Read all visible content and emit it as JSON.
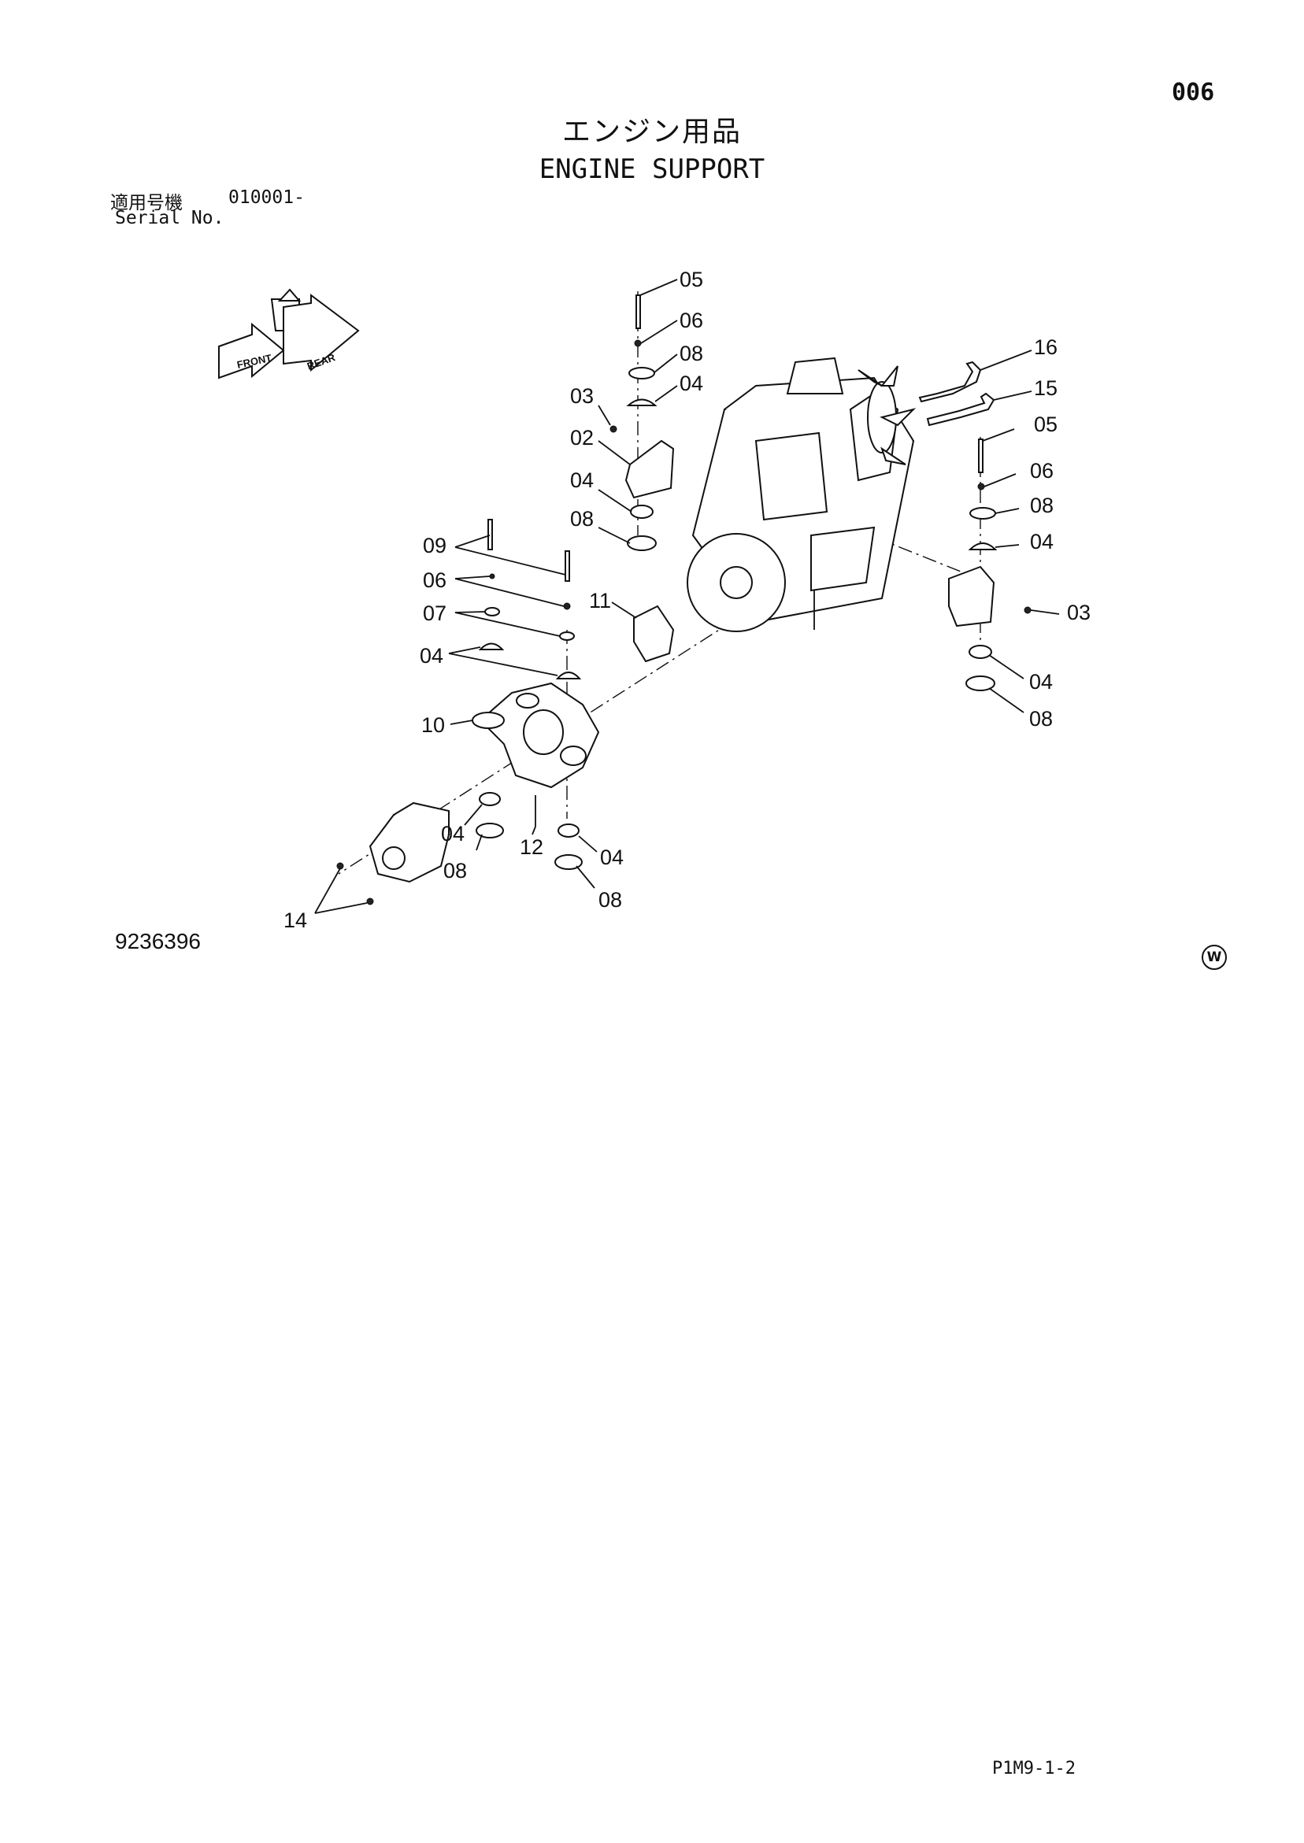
{
  "page_number": "006",
  "title_jp": "エンジン用品",
  "title_en": "ENGINE SUPPORT",
  "serial": {
    "label_jp": "適用号機",
    "range": "010001-",
    "label_en": "Serial No."
  },
  "direction_marker": {
    "labels": [
      "FRONT",
      "REAR"
    ],
    "icon": "direction-arrow-icon"
  },
  "callouts": [
    {
      "id": "c1",
      "label": "05"
    },
    {
      "id": "c2",
      "label": "06"
    },
    {
      "id": "c3",
      "label": "08"
    },
    {
      "id": "c4",
      "label": "04"
    },
    {
      "id": "c5",
      "label": "03"
    },
    {
      "id": "c6",
      "label": "02"
    },
    {
      "id": "c7",
      "label": "04"
    },
    {
      "id": "c8",
      "label": "08"
    },
    {
      "id": "c9",
      "label": "16"
    },
    {
      "id": "c10",
      "label": "15"
    },
    {
      "id": "c11",
      "label": "05"
    },
    {
      "id": "c12",
      "label": "06"
    },
    {
      "id": "c13",
      "label": "08"
    },
    {
      "id": "c14",
      "label": "04"
    },
    {
      "id": "c15",
      "label": "03"
    },
    {
      "id": "c16",
      "label": "04"
    },
    {
      "id": "c17",
      "label": "08"
    },
    {
      "id": "c18",
      "label": "09"
    },
    {
      "id": "c19",
      "label": "06"
    },
    {
      "id": "c20",
      "label": "07"
    },
    {
      "id": "c21",
      "label": "04"
    },
    {
      "id": "c22",
      "label": "11"
    },
    {
      "id": "c23",
      "label": "10"
    },
    {
      "id": "c24",
      "label": "04"
    },
    {
      "id": "c25",
      "label": "08"
    },
    {
      "id": "c26",
      "label": "12"
    },
    {
      "id": "c27",
      "label": "04"
    },
    {
      "id": "c28",
      "label": "08"
    },
    {
      "id": "c29",
      "label": "14"
    }
  ],
  "drawing_number": "9236396",
  "w_mark": "W",
  "footer_code": "P1M9-1-2"
}
